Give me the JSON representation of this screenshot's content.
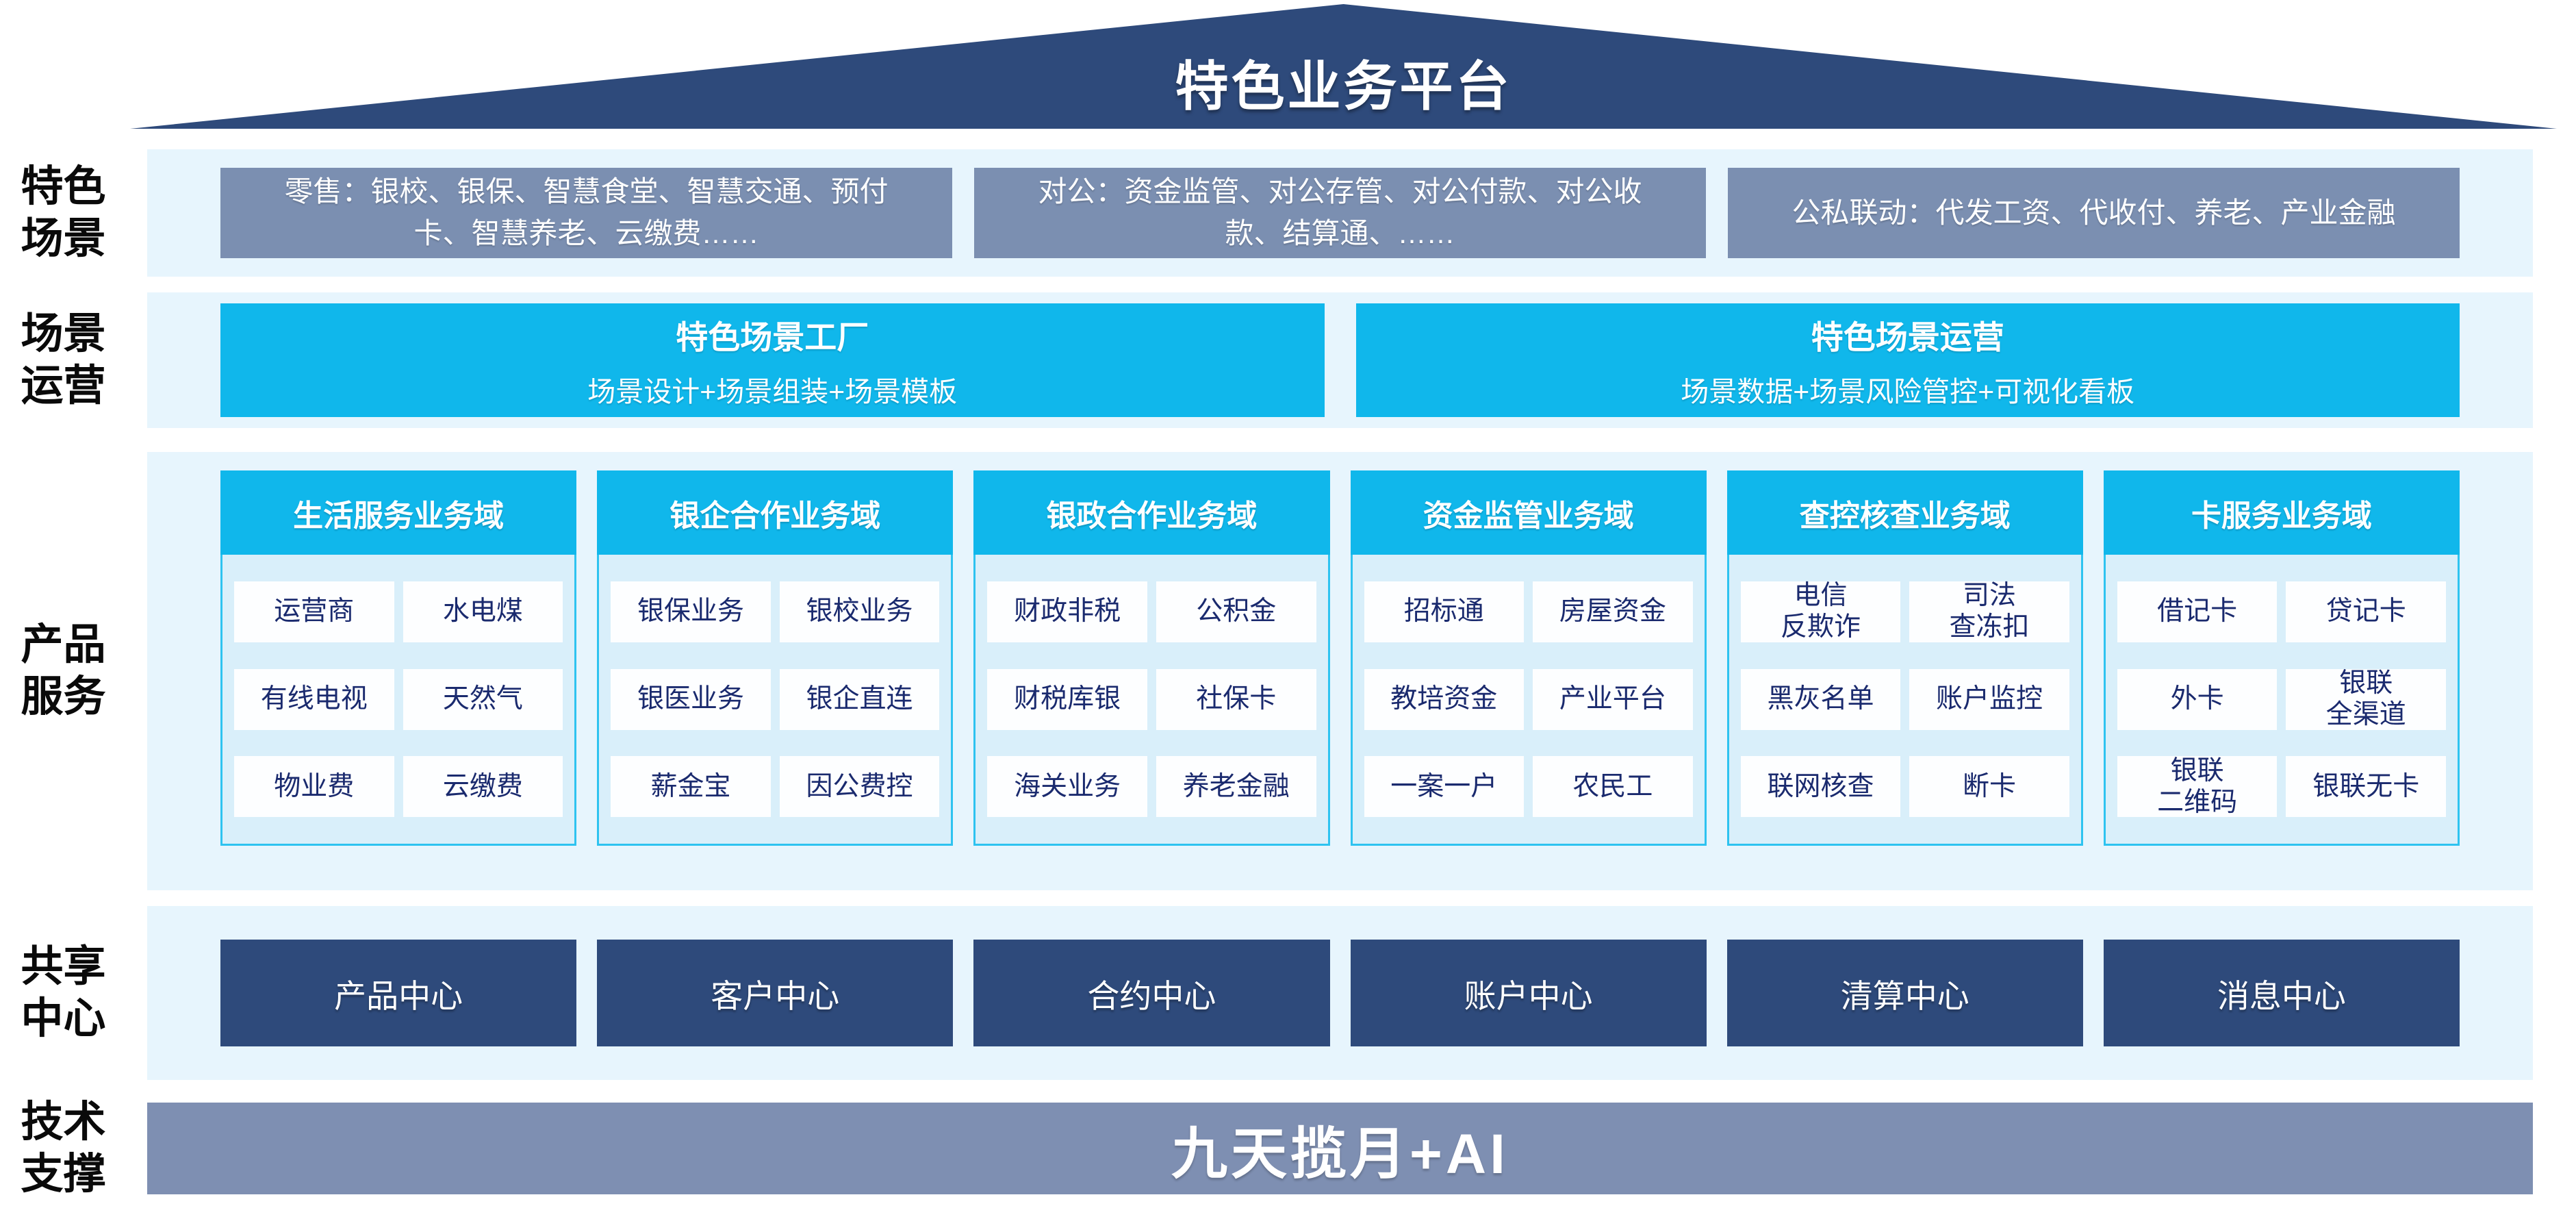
{
  "colors": {
    "navy": "#2E4A7B",
    "steel_blue": "#7B8FB1",
    "tech_bar_steel": "#7E8FB2",
    "cyan": "#10B7EB",
    "band_background": "#E7F5FD",
    "column_body_background": "#D9EFFA",
    "column_border": "#2EC3F0",
    "cell_text": "#1A2A6E"
  },
  "roof": {
    "title": "特色业务平台"
  },
  "side_labels": [
    {
      "line1": "特色",
      "line2": "场景"
    },
    {
      "line1": "场景",
      "line2": "运营"
    },
    {
      "line1": "产品",
      "line2": "服务"
    },
    {
      "line1": "共享",
      "line2": "中心"
    },
    {
      "line1": "技术",
      "line2": "支撑"
    }
  ],
  "scenes": {
    "boxes": [
      {
        "text": "零售：银校、银保、智慧食堂、智慧交通、预付\n卡、智慧养老、云缴费……"
      },
      {
        "text": "对公：资金监管、对公存管、对公付款、对公收\n款、结算通、……"
      },
      {
        "text": "公私联动：代发工资、代收付、养老、产业金融"
      }
    ]
  },
  "operations": {
    "boxes": [
      {
        "title": "特色场景工厂",
        "subtitle": "场景设计+场景组装+场景模板"
      },
      {
        "title": "特色场景运营",
        "subtitle": "场景数据+场景风险管控+可视化看板"
      }
    ]
  },
  "products": {
    "columns": [
      {
        "header": "生活服务业务域",
        "cells": [
          "运营商",
          "水电煤",
          "有线电视",
          "天然气",
          "物业费",
          "云缴费"
        ]
      },
      {
        "header": "银企合作业务域",
        "cells": [
          "银保业务",
          "银校业务",
          "银医业务",
          "银企直连",
          "薪金宝",
          "因公费控"
        ]
      },
      {
        "header": "银政合作业务域",
        "cells": [
          "财政非税",
          "公积金",
          "财税库银",
          "社保卡",
          "海关业务",
          "养老金融"
        ]
      },
      {
        "header": "资金监管业务域",
        "cells": [
          "招标通",
          "房屋资金",
          "教培资金",
          "产业平台",
          "一案一户",
          "农民工"
        ]
      },
      {
        "header": "查控核查业务域",
        "cells": [
          "电信\n反欺诈",
          "司法\n查冻扣",
          "黑灰名单",
          "账户监控",
          "联网核查",
          "断卡"
        ]
      },
      {
        "header": "卡服务业务域",
        "cells": [
          "借记卡",
          "贷记卡",
          "外卡",
          "银联\n全渠道",
          "银联\n二维码",
          "银联无卡"
        ]
      }
    ]
  },
  "shared_centers": {
    "boxes": [
      "产品中心",
      "客户中心",
      "合约中心",
      "账户中心",
      "清算中心",
      "消息中心"
    ]
  },
  "tech_support": {
    "text": "九天揽月+AI"
  }
}
